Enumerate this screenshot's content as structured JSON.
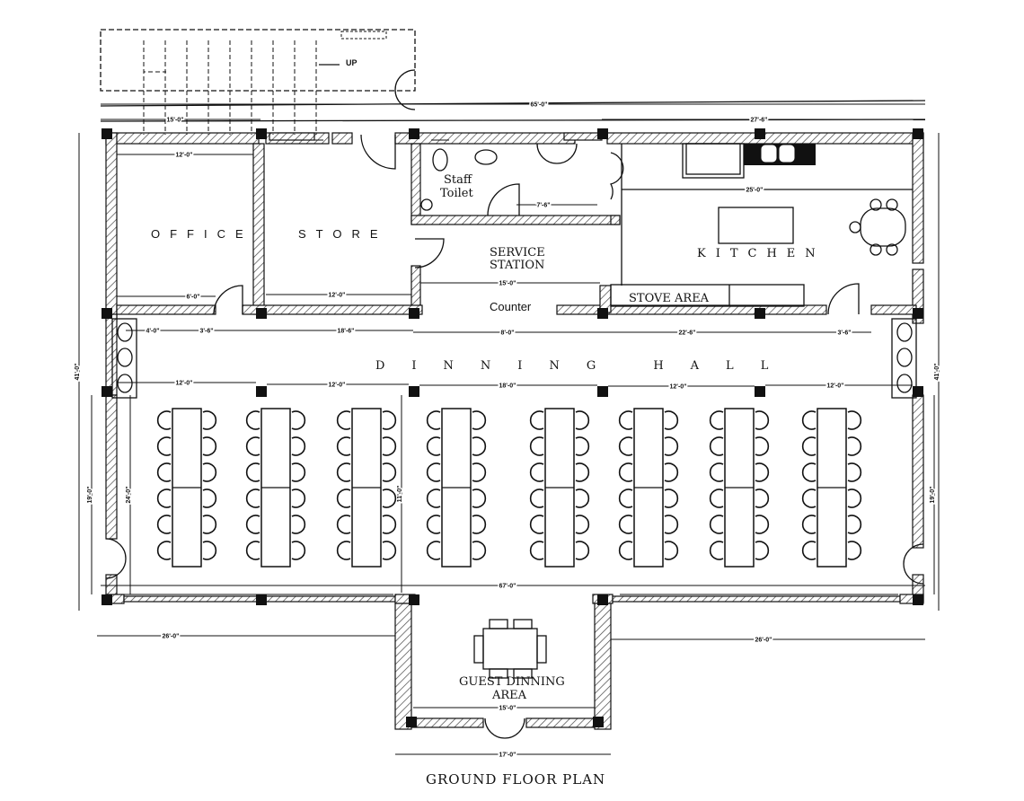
{
  "title": "GROUND FLOOR PLAN",
  "stair_label": "UP",
  "rooms": {
    "office": "OFFICE",
    "store": "STORE",
    "staff_toilet_1": "Staff",
    "staff_toilet_2": "Toilet",
    "service_1": "SERVICE",
    "service_2": "STATION",
    "counter": "Counter",
    "kitchen": "KITCHEN",
    "stove_area": "STOVE AREA",
    "dining_hall": "DINNING HALL",
    "guest_1": "GUEST DINNING",
    "guest_2": "AREA"
  },
  "dimensions": [
    "65'-0\"",
    "27'-6\"",
    "15'-0\"",
    "12'-0\"",
    "25'-0\"",
    "12'-0\"",
    "15'-0\"",
    "18'-6\"",
    "8'-0\"",
    "22'-6\"",
    "3'-6\"",
    "12'-0\"",
    "12'-0\"",
    "18'-0\"",
    "12'-0\"",
    "12'-0\"",
    "67'-0\"",
    "26'-0\"",
    "26'-0\"",
    "15'-0\"",
    "17'-0\"",
    "41'-0\"",
    "41'-0\"",
    "24'-0\"",
    "19'-0\"",
    "19'-0\"",
    "11'-0\"",
    "7'-6\"",
    "6'-0\"",
    "4'-0\"",
    "3'-6\""
  ],
  "dining_tables": 8,
  "chairs_per_side": 6
}
